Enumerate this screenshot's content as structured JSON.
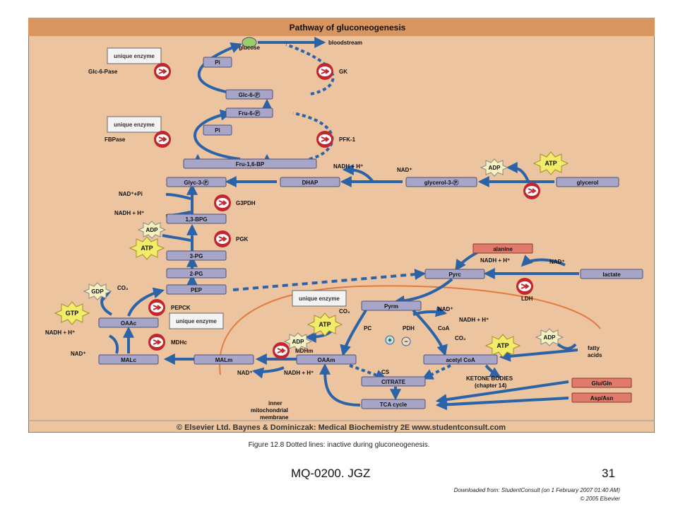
{
  "diagram": {
    "title": "Pathway of gluconeogenesis",
    "copyright": "© Elsevier Ltd. Baynes & Dominiczak: Medical Biochemistry 2E www.studentconsult.com",
    "nodes": {
      "glucose": "glucose",
      "bloodstream": "bloodstream",
      "pi1": "Pi",
      "pi2": "Pi",
      "glc6p": "Glc-6-Ⓟ",
      "fru6p": "Fru-6-Ⓟ",
      "fru16bp": "Fru-1,6-BP",
      "glyc3p": "Glyc-3-Ⓟ",
      "dhap": "DHAP",
      "glycerol3p": "glycerol-3-Ⓟ",
      "glycerol": "glycerol",
      "bpg13": "1,3-BPG",
      "pg3": "3-PG",
      "pg2": "2-PG",
      "pep": "PEP",
      "oaac": "OAAc",
      "malc": "MALc",
      "malm": "MALm",
      "oaam": "OAAm",
      "pyrc": "Pyrc",
      "pyrm": "Pyrm",
      "lactate": "lactate",
      "alanine": "alanine",
      "acetylcoa": "acetyl CoA",
      "citrate": "CITRATE",
      "tca": "TCA cycle",
      "glugln": "Glu/Gln",
      "aspasn": "Asp/Asn"
    },
    "enzymes": {
      "glc6pase": "Glc-6-Pase",
      "gk": "GK",
      "fbpase": "FBPase",
      "pfk1": "PFK-1",
      "g3pdh": "G3PDH",
      "pgk": "PGK",
      "pepck": "PEPCK",
      "mdhc": "MDHc",
      "mdhm": "MDHm",
      "ldh": "LDH",
      "pc": "PC",
      "pdh": "PDH",
      "cs": "CS"
    },
    "unique_enzyme": "unique enzyme",
    "cofactors": {
      "nadh_h": "NADH + H⁺",
      "nad": "NAD⁺",
      "nad_pi": "NAD⁺+Pi",
      "co2": "CO₂",
      "coa": "CoA",
      "adp": "ADP",
      "atp": "ATP",
      "gdp": "GDP",
      "gtp": "GTP",
      "nadh_h_split": "NADH + H⁺"
    },
    "other": {
      "ketone": "KETONE BODIES",
      "ketone_ch": "(chapter 14)",
      "fatty": "fatty",
      "acids": "acids",
      "inner": "inner",
      "mito": "mitochondrial",
      "membrane": "membrane",
      "plus": "+",
      "minus": "−"
    },
    "colors": {
      "background": "#ecc4a0",
      "title_band": "#d9955f",
      "node_fill": "#a7a6c9",
      "node_stroke": "#4d5079",
      "arrow": "#2a63a8",
      "enzyme_red": "#c0282e",
      "star": "#f3ec6a",
      "amino_fill": "#e07b6c",
      "membrane": "#e07b3c"
    }
  },
  "caption": "Figure 12.8 Dotted lines: inactive during gluconeogenesis.",
  "slide": {
    "title": "MQ-0200. JGZ",
    "number": "31"
  },
  "footer": {
    "downloaded": "Downloaded from: StudentConsult (on 1 February 2007 01:40 AM)",
    "copyright": "© 2005 Elsevier"
  }
}
